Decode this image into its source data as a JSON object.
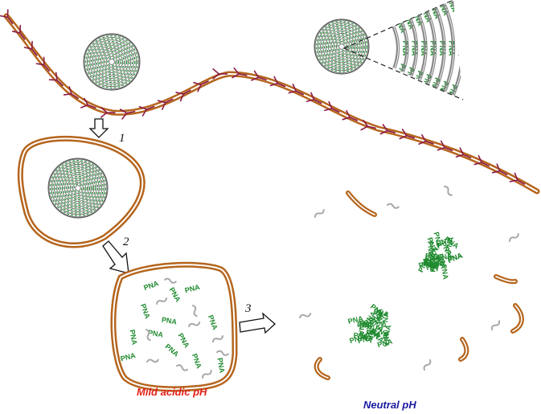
{
  "steps": [
    "1",
    "2",
    "3"
  ],
  "conditions": {
    "acidic": "Mild acidic pH",
    "neutral": "Neutral pH"
  },
  "payload_label": "PNA",
  "colors": {
    "membrane": "#b5651d",
    "receptor": "#8b1a4a",
    "pna": "#1e8a2e",
    "strand": "#a8a8a8",
    "acidic_text": "#e3221b",
    "neutral_text": "#1a1aa0",
    "arrow": "#111111"
  },
  "icons": {
    "nanoparticle": "layered-nanoparticle-icon",
    "receptor": "y-receptor-icon",
    "arrow": "process-arrow-icon"
  }
}
